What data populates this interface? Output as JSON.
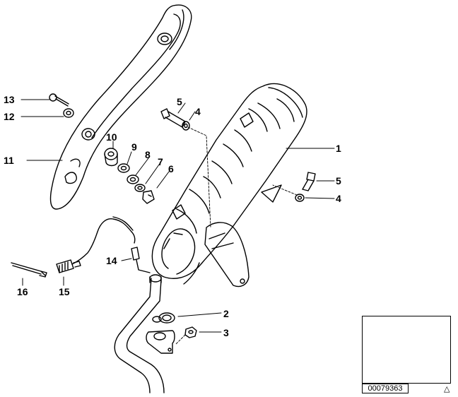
{
  "callouts": [
    {
      "id": "1",
      "label": "1"
    },
    {
      "id": "2",
      "label": "2"
    },
    {
      "id": "3",
      "label": "3"
    },
    {
      "id": "4a",
      "label": "4"
    },
    {
      "id": "4b",
      "label": "4"
    },
    {
      "id": "5a",
      "label": "5"
    },
    {
      "id": "5b",
      "label": "5"
    },
    {
      "id": "6",
      "label": "6"
    },
    {
      "id": "7",
      "label": "7"
    },
    {
      "id": "8",
      "label": "8"
    },
    {
      "id": "9",
      "label": "9"
    },
    {
      "id": "10",
      "label": "10"
    },
    {
      "id": "11",
      "label": "11"
    },
    {
      "id": "12",
      "label": "12"
    },
    {
      "id": "13",
      "label": "13"
    },
    {
      "id": "14",
      "label": "14"
    },
    {
      "id": "15",
      "label": "15"
    },
    {
      "id": "16",
      "label": "16"
    }
  ],
  "reference_code": "00079363",
  "warning_symbol": "△"
}
